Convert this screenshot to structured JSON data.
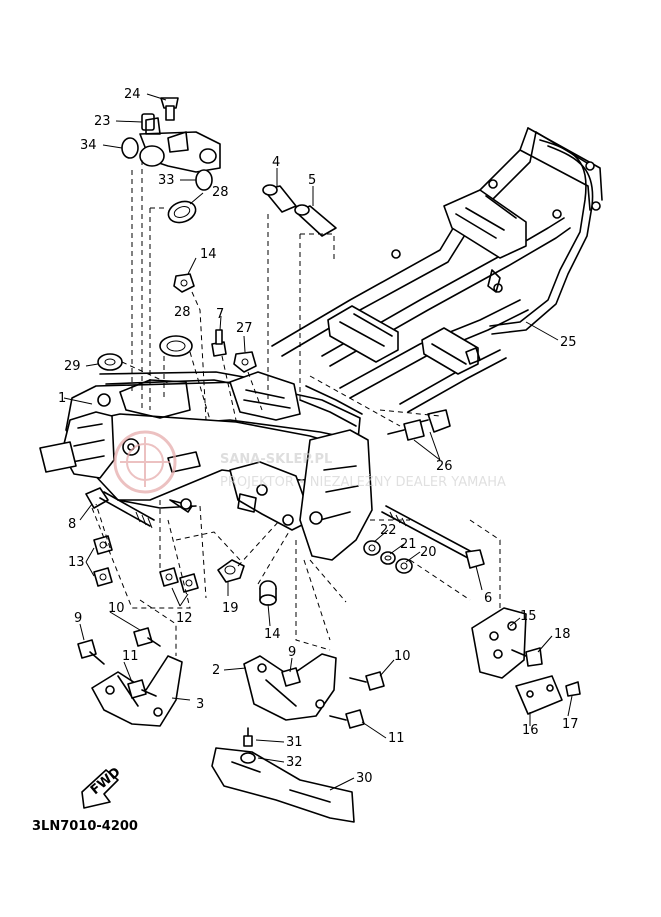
{
  "diagram": {
    "part_code": "3LN7010-4200",
    "fwd_label": "FWD",
    "watermark": {
      "main": "SANA-SKLEP.PL",
      "sub": "PROJEKTOR • NIEZALEŻNY DEALER YAMAHA"
    },
    "callouts": [
      {
        "id": "c1",
        "text": "1"
      },
      {
        "id": "c2",
        "text": "2"
      },
      {
        "id": "c3",
        "text": "3"
      },
      {
        "id": "c4",
        "text": "4"
      },
      {
        "id": "c5",
        "text": "5"
      },
      {
        "id": "c6",
        "text": "6"
      },
      {
        "id": "c7",
        "text": "7"
      },
      {
        "id": "c8",
        "text": "8"
      },
      {
        "id": "c9a",
        "text": "9"
      },
      {
        "id": "c9b",
        "text": "9"
      },
      {
        "id": "c10a",
        "text": "10"
      },
      {
        "id": "c10b",
        "text": "10"
      },
      {
        "id": "c11a",
        "text": "11"
      },
      {
        "id": "c11b",
        "text": "11"
      },
      {
        "id": "c12",
        "text": "12"
      },
      {
        "id": "c13",
        "text": "13"
      },
      {
        "id": "c14a",
        "text": "14"
      },
      {
        "id": "c14b",
        "text": "14"
      },
      {
        "id": "c15",
        "text": "15"
      },
      {
        "id": "c16",
        "text": "16"
      },
      {
        "id": "c17",
        "text": "17"
      },
      {
        "id": "c18",
        "text": "18"
      },
      {
        "id": "c19",
        "text": "19"
      },
      {
        "id": "c20",
        "text": "20"
      },
      {
        "id": "c21",
        "text": "21"
      },
      {
        "id": "c22",
        "text": "22"
      },
      {
        "id": "c23",
        "text": "23"
      },
      {
        "id": "c24",
        "text": "24"
      },
      {
        "id": "c25",
        "text": "25"
      },
      {
        "id": "c26",
        "text": "26"
      },
      {
        "id": "c27",
        "text": "27"
      },
      {
        "id": "c28a",
        "text": "28"
      },
      {
        "id": "c28b",
        "text": "28"
      },
      {
        "id": "c29",
        "text": "29"
      },
      {
        "id": "c30",
        "text": "30"
      },
      {
        "id": "c31",
        "text": "31"
      },
      {
        "id": "c32",
        "text": "32"
      },
      {
        "id": "c33",
        "text": "33"
      },
      {
        "id": "c34",
        "text": "34"
      }
    ]
  }
}
